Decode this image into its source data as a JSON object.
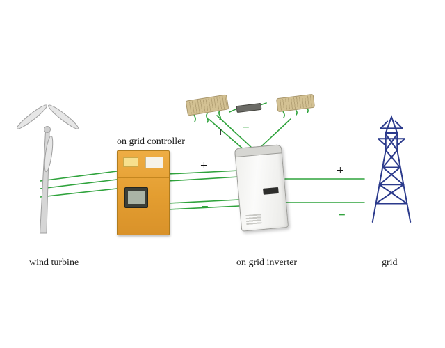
{
  "labels": {
    "controller": "on grid controller",
    "wind_turbine": "wind turbine",
    "inverter": "on grid inverter",
    "grid": "grid"
  },
  "symbols": {
    "plus": "+",
    "minus": "−"
  },
  "colors": {
    "wire_green": "#2fa33c",
    "controller_orange": "#e8a83e",
    "tower_blue": "#2b3a8c",
    "resistor_tan": "#d3c193",
    "label_text": "#1c1c1c"
  }
}
